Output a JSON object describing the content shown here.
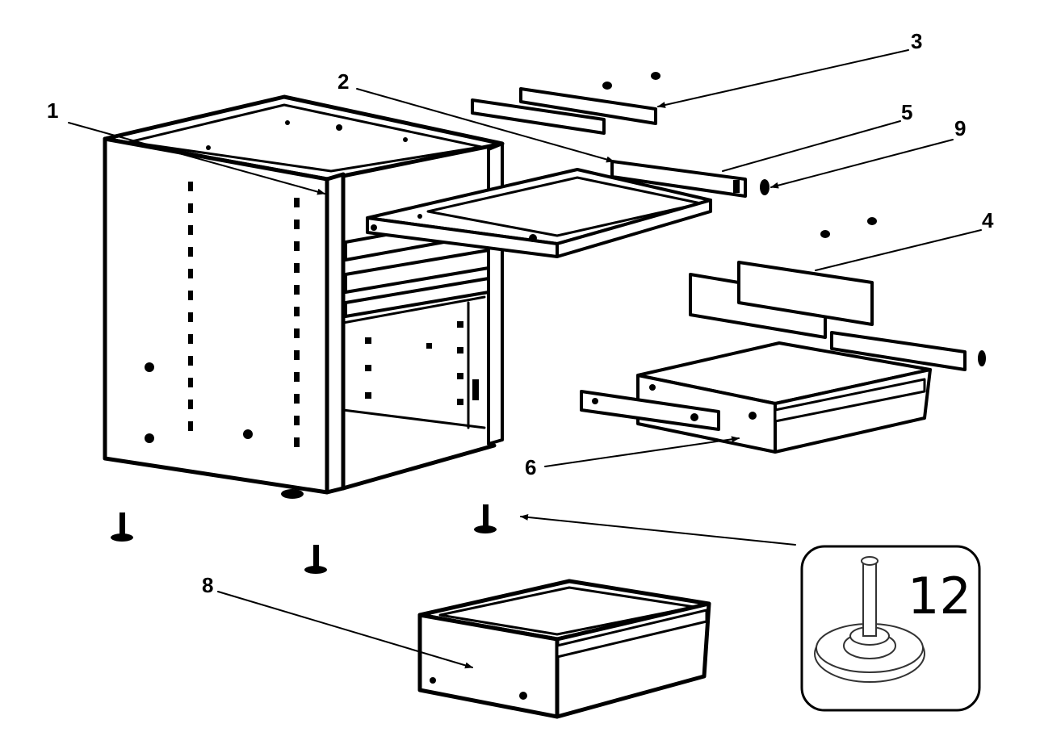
{
  "callouts": {
    "c1": "1",
    "c2": "2",
    "c3": "3",
    "c4": "4",
    "c5": "5",
    "c6": "6",
    "c8": "8",
    "c9": "9"
  },
  "inset": {
    "label": "12"
  }
}
